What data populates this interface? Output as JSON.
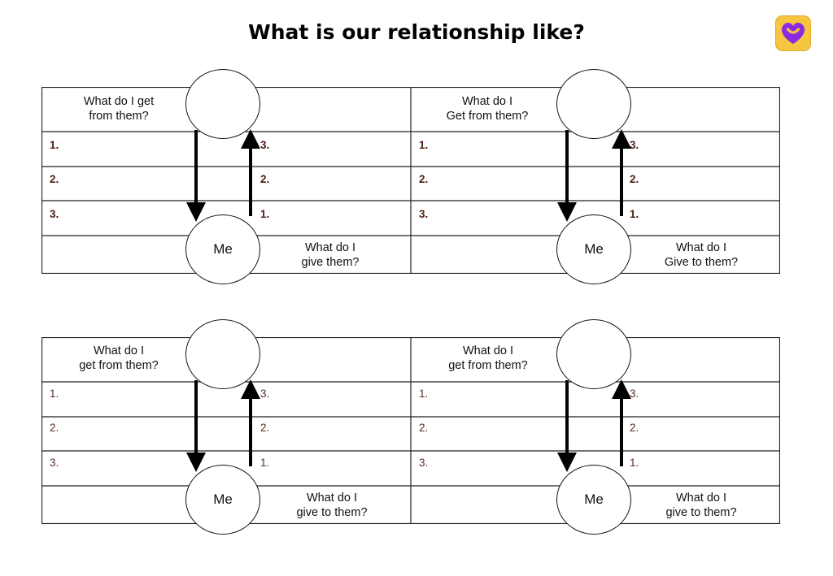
{
  "title": "What is our relationship like?",
  "me_label": "Me",
  "panels": [
    {
      "get_label": "What do I get\nfrom them?",
      "give_label": "What do I\ngive them?",
      "left_nums": [
        "1.",
        "2.",
        "3."
      ],
      "right_nums": [
        "3.",
        "2.",
        "1."
      ],
      "bold": true
    },
    {
      "get_label": "What do I\nGet from them?",
      "give_label": "What do I\nGive to them?",
      "left_nums": [
        "1.",
        "2.",
        "3."
      ],
      "right_nums": [
        "3.",
        "2.",
        "1."
      ],
      "bold": true
    },
    {
      "get_label": "What do I\nget from them?",
      "give_label": "What do I\ngive to them?",
      "left_nums": [
        "1.",
        "2.",
        "3."
      ],
      "right_nums": [
        "3.",
        "2.",
        "1."
      ],
      "bold": false
    },
    {
      "get_label": "What do I\nget from them?",
      "give_label": "What do I\ngive to them?",
      "left_nums": [
        "1.",
        "2.",
        "3."
      ],
      "right_nums": [
        "3.",
        "2.",
        "1."
      ],
      "bold": false
    }
  ]
}
